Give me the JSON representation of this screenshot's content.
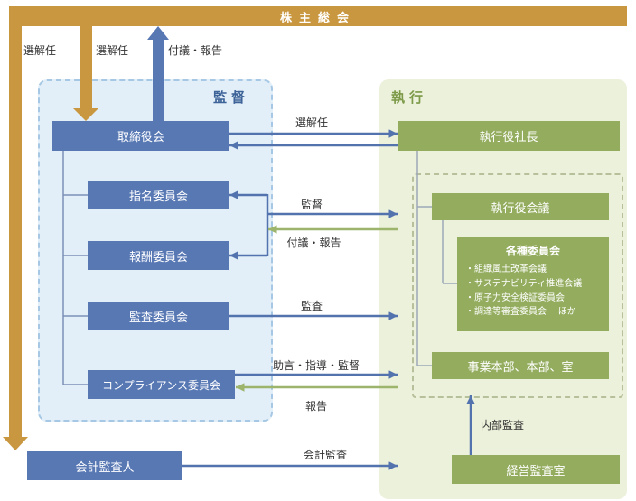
{
  "colors": {
    "gold": "#C9973F",
    "blue_box": "#5878B4",
    "green_box": "#93AC5E",
    "panel_blue_bg": "#E2EFF9",
    "panel_green_bg": "#ECF1DB",
    "supervision_label": "#3D6398",
    "execution_label": "#7C9A48"
  },
  "shareholders_meeting": {
    "label": "株主総会"
  },
  "supervision": {
    "panel_label": "監督",
    "board": {
      "label": "取締役会"
    },
    "committees": [
      {
        "label": "指名委員会"
      },
      {
        "label": "報酬委員会"
      },
      {
        "label": "監査委員会"
      },
      {
        "label": "コンプライアンス委員会"
      }
    ]
  },
  "execution": {
    "panel_label": "執行",
    "president": {
      "label": "執行役社長"
    },
    "executive_meeting": {
      "label": "執行役会議"
    },
    "various_committees": {
      "title": "各種委員会",
      "items": [
        "・組織風土改革会議",
        "・サステナビリティ推進会議",
        "・原子力安全検証委員会",
        "・調達等審査委員会　 ほか"
      ]
    },
    "divisions": {
      "label": "事業本部、本部、室"
    },
    "management_audit_office": {
      "label": "経営監査室"
    }
  },
  "accounting_auditor": {
    "label": "会計監査人"
  },
  "arrows": {
    "appoint_dismiss_auditor": "選解任",
    "appoint_dismiss_board": "選解任",
    "submit_report_to_meeting": "付議・報告",
    "appoint_dismiss_president": "選解任",
    "supervise": "監督",
    "submit_report_to_board": "付議・報告",
    "audit": "監査",
    "advise_guide_supervise": "助言・指導・監督",
    "report": "報告",
    "accounting_audit": "会計監査",
    "internal_audit": "内部監査"
  }
}
